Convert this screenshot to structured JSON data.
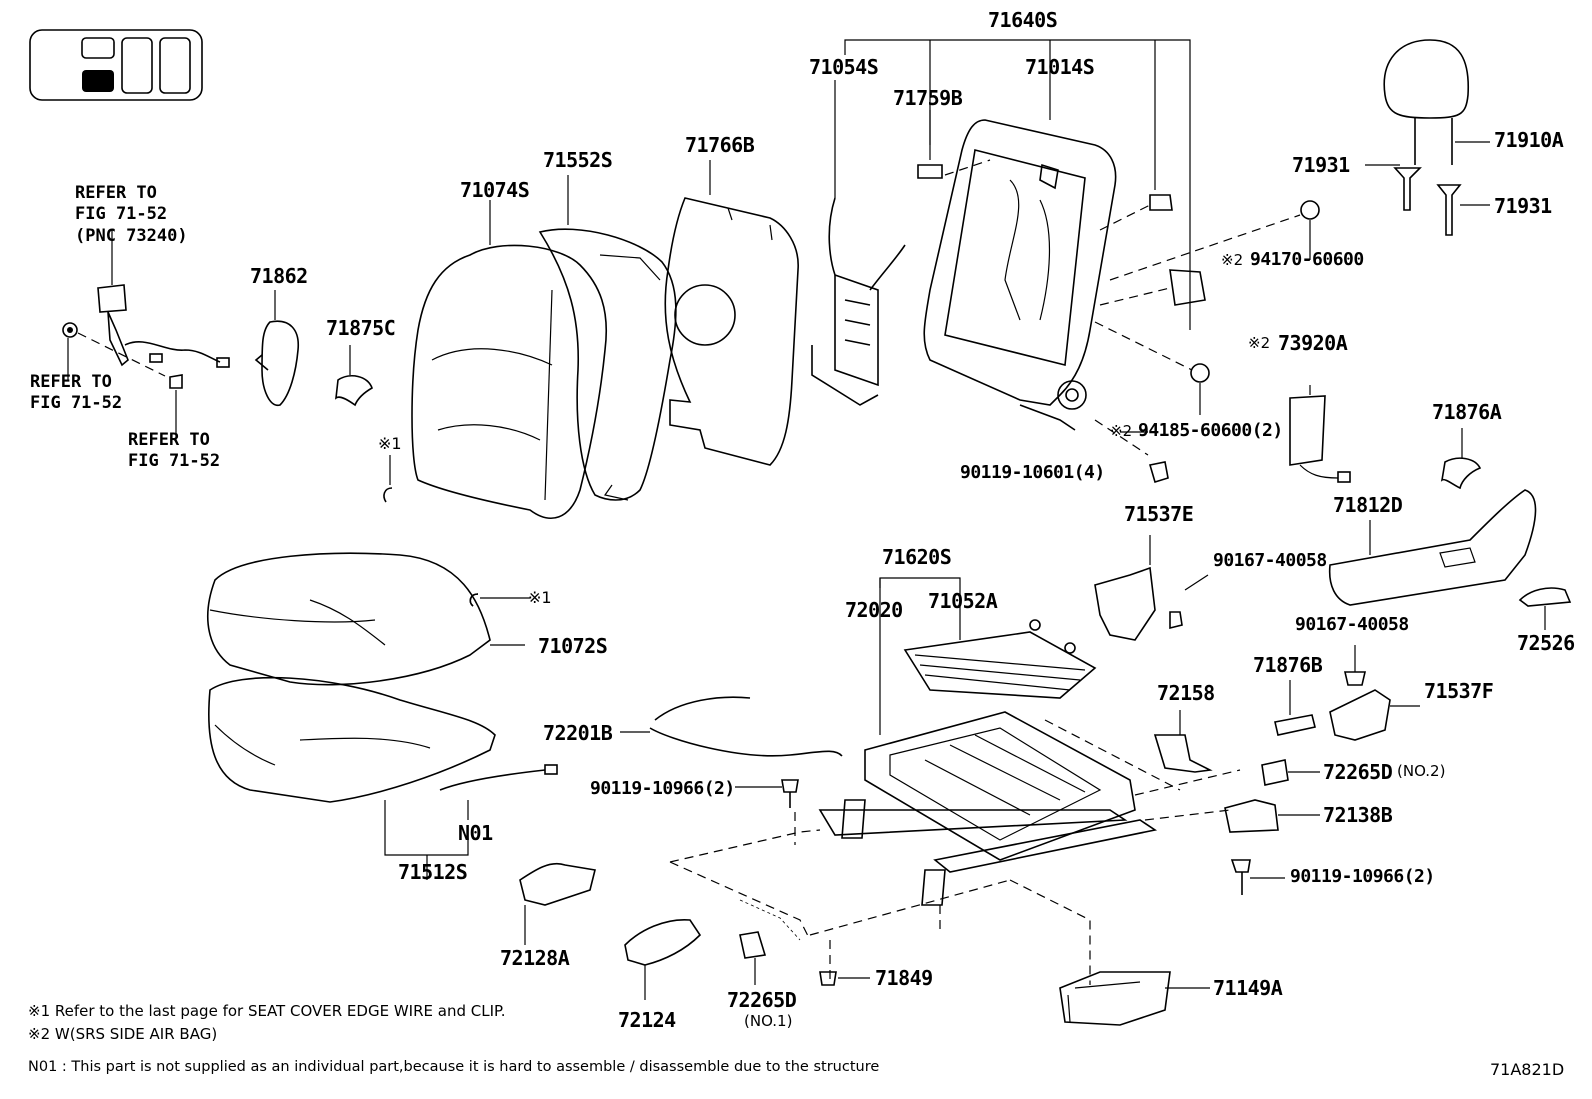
{
  "figure_code": "71A821D",
  "parts": {
    "p71640S": "71640S",
    "p71054S": "71054S",
    "p71014S": "71014S",
    "p71759B": "71759B",
    "p71552S": "71552S",
    "p71766B": "71766B",
    "p71074S": "71074S",
    "p71862": "71862",
    "p71875C": "71875C",
    "p71910A": "71910A",
    "p71931a": "71931",
    "p71931b": "71931",
    "p94170": "94170-60600",
    "p73920A": "73920A",
    "p94185": "94185-60600(2)",
    "p90119_10601": "90119-10601(4)",
    "p71876A": "71876A",
    "p71812D": "71812D",
    "p72526": "72526",
    "p71537E": "71537E",
    "p90167a": "90167-40058",
    "p90167b": "90167-40058",
    "p71620S": "71620S",
    "p72020": "72020",
    "p71052A": "71052A",
    "p71072S": "71072S",
    "p72201B": "72201B",
    "p72158": "72158",
    "p71876B": "71876B",
    "p71537F": "71537F",
    "p72265D2": "72265D",
    "p72265D2_no": "(NO.2)",
    "p72138B": "72138B",
    "p90119_10966a": "90119-10966(2)",
    "p90119_10966b": "90119-10966(2)",
    "pN01": "N01",
    "p71512S": "71512S",
    "p72128A": "72128A",
    "p72124": "72124",
    "p72265D1": "72265D",
    "p72265D1_no": "(NO.1)",
    "p71849": "71849",
    "p71149A": "71149A"
  },
  "marks": {
    "x1": "※1",
    "x2": "※2",
    "x1_label": "※1",
    "x2_a": "※2",
    "x2_b": "※2",
    "x2_c": "※2"
  },
  "references": {
    "ref_73240": [
      "REFER TO",
      "FIG 71-52",
      "(PNC 73240)"
    ],
    "ref_left": [
      "REFER TO",
      "FIG 71-52"
    ],
    "ref_mid": [
      "REFER TO",
      "FIG 71-52"
    ]
  },
  "footnotes": {
    "note1": "※1 Refer to the last page for SEAT COVER EDGE WIRE and CLIP.",
    "note2": "※2 W(SRS SIDE AIR BAG)",
    "noteN01": "N01 : This part is not supplied as an individual part,because it is hard to assemble / disassemble due to the structure"
  }
}
